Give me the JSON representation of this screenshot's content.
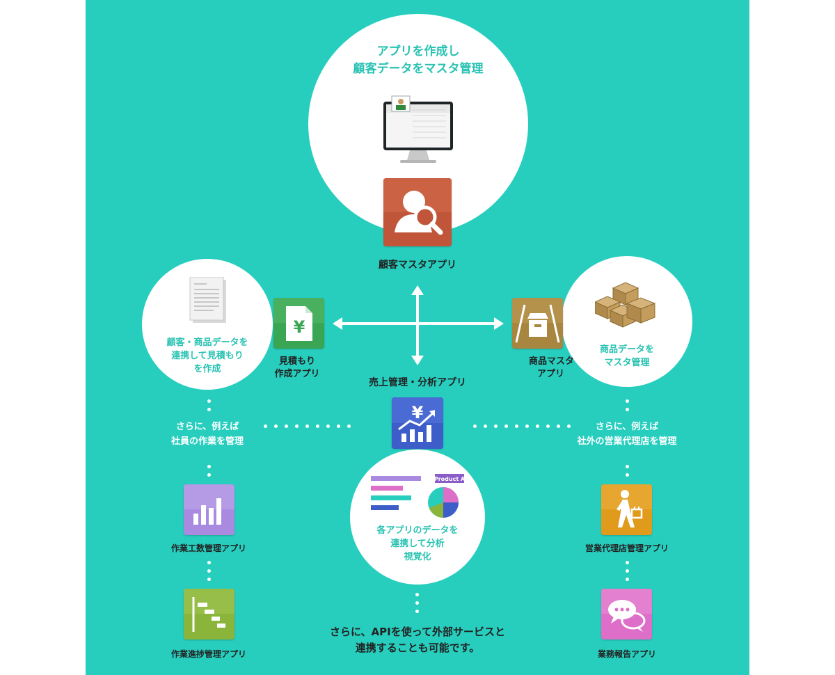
{
  "top": {
    "caption_line1": "アプリを作成し",
    "caption_line2": "顧客データをマスタ管理",
    "app_label": "顧客マスタアプリ"
  },
  "left": {
    "caption_line1": "顧客・商品データを",
    "caption_line2": "連携して見積もり",
    "caption_line3": "を作成",
    "app_label_line1": "見積もり",
    "app_label_line2": "作成アプリ"
  },
  "right": {
    "caption_line1": "商品データを",
    "caption_line2": "マスタ管理",
    "app_label_line1": "商品マスタ",
    "app_label_line2": "アプリ"
  },
  "center": {
    "app_label": "売上管理・分析アプリ",
    "caption_line1": "各アプリのデータを",
    "caption_line2": "連携して分析",
    "caption_line3": "視覚化",
    "chart_tag": "Product A"
  },
  "left_branch": {
    "note_line1": "さらに、例えば",
    "note_line2": "社員の作業を管理",
    "app1_label": "作業工数管理アプリ",
    "app2_label": "作業進捗管理アプリ"
  },
  "right_branch": {
    "note_line1": "さらに、例えば",
    "note_line2": "社外の営業代理店を管理",
    "app1_label": "営業代理店管理アプリ",
    "app2_label": "業務報告アプリ"
  },
  "bottom": {
    "line1": "さらに、APIを使って外部サービスと",
    "line2": "連携することも可能です。"
  },
  "colors": {
    "background": "#27cebe",
    "accent_text": "#27c2b2",
    "customer_app": "#c0553a",
    "quote_app": "#3aa552",
    "product_app": "#a88640",
    "sales_app": "#3d5ec8",
    "workload_app": "#a98ae0",
    "progress_app": "#8ab43a",
    "agency_app": "#e09a1c",
    "report_app": "#dd6fc8"
  },
  "icons": {
    "customer_app": "person-search-icon",
    "quote_app": "yen-document-icon",
    "product_app": "box-road-icon",
    "sales_app": "yen-chart-up-icon",
    "workload_app": "bar-chart-icon",
    "progress_app": "gantt-chart-icon",
    "agency_app": "walking-person-icon",
    "report_app": "chat-bubbles-icon"
  }
}
